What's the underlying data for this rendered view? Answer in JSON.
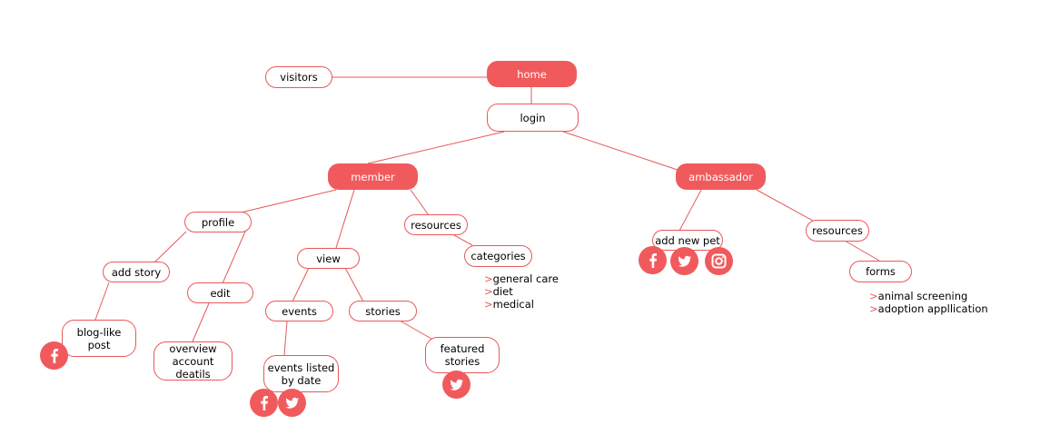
{
  "diagram": {
    "nodes": {
      "home": "home",
      "visitors": "visitors",
      "login": "login",
      "member": "member",
      "ambassador": "ambassador",
      "profile": "profile",
      "view": "view",
      "member_resources": "resources",
      "categories": "categories",
      "add_story": "add story",
      "edit": "edit",
      "events": "events",
      "stories": "stories",
      "blog_post": "blog-like\npost",
      "overview": "overview\naccount deatils",
      "events_listed": "events listed\nby date",
      "featured_stories": "featured\nstories",
      "add_new_pet": "add new pet",
      "amb_resources": "resources",
      "forms": "forms"
    },
    "categories_list": [
      "general care",
      "diet",
      "medical"
    ],
    "forms_list": [
      "animal screening",
      "adoption appllication"
    ],
    "list_marker": ">",
    "colors": {
      "accent": "#f15a5c",
      "line": "#e8585a",
      "text": "#000000"
    }
  }
}
